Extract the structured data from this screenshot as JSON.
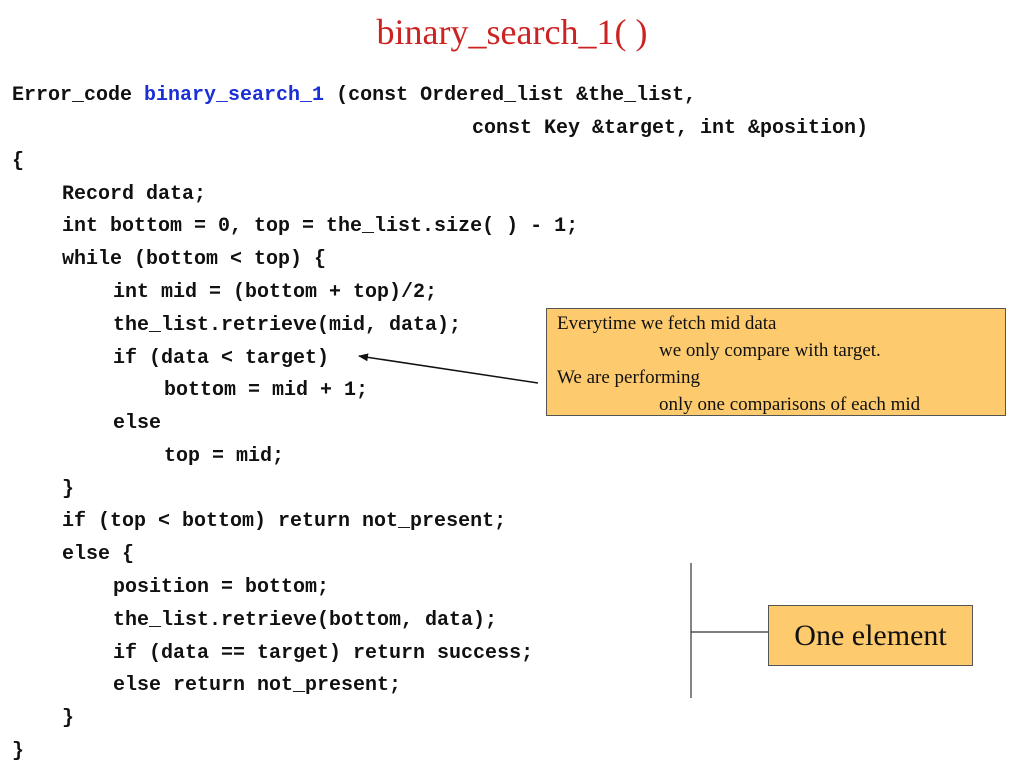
{
  "slide": {
    "title": "binary_search_1( )"
  },
  "code": {
    "line1": {
      "prefix": "Error_code ",
      "fn": "binary_search_1",
      "suffix": " (const Ordered_list &the_list,"
    },
    "lines": [
      "const Key &target, int &position)",
      "{",
      "Record data;",
      "int bottom = 0, top = the_list.size( ) - 1;",
      "while (bottom < top) {",
      "int mid = (bottom + top)/2;",
      "the_list.retrieve(mid, data);",
      "if (data < target)",
      "bottom = mid + 1;",
      "else",
      "top = mid;",
      "}",
      "if (top < bottom) return not_present;",
      "else {",
      "position = bottom;",
      "the_list.retrieve(bottom, data);",
      "if (data == target) return success;",
      "else return not_present;",
      "}",
      "}"
    ]
  },
  "callout": {
    "lines": [
      "Everytime we fetch mid data",
      "we only compare with target.",
      "We are performing",
      "only one comparisons of each mid"
    ]
  },
  "label": {
    "text": "One element"
  },
  "colors": {
    "title": "#cc2222",
    "function_name": "#1b2fd6",
    "callout_fill": "#fdca6e"
  }
}
